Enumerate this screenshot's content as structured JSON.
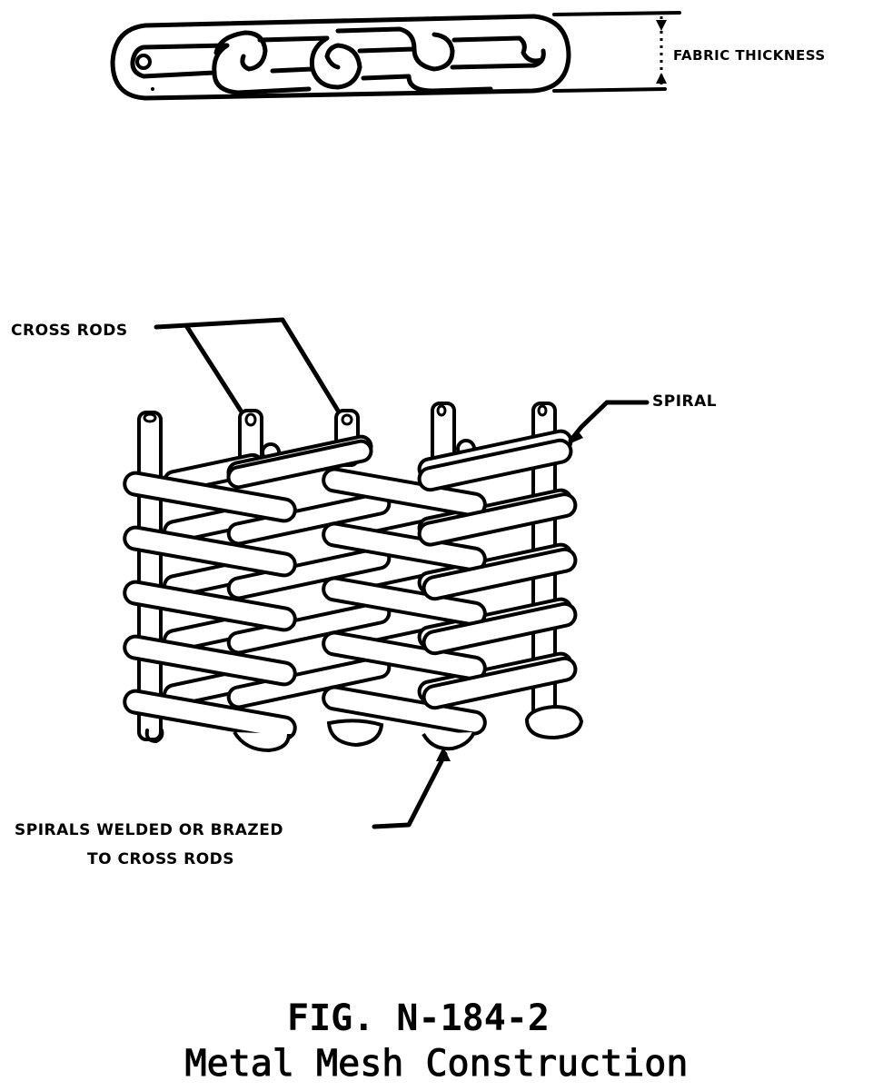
{
  "figure": {
    "number": "FIG. N-184-2",
    "title": "Metal Mesh Construction"
  },
  "edge_view": {
    "description": "Chain-link edge view of mesh belt",
    "dimension_label": "FABRIC THICKNESS"
  },
  "isometric_view": {
    "labels": {
      "cross_rods": "CROSS RODS",
      "spiral": "SPIRAL",
      "weld_note_line1": "SPIRALS WELDED OR BRAZED",
      "weld_note_line2": "TO CROSS RODS"
    },
    "cross_rod_count": 5,
    "spiral_row_count": 5
  },
  "colors": {
    "ink": "#000000",
    "paper": "#ffffff"
  }
}
